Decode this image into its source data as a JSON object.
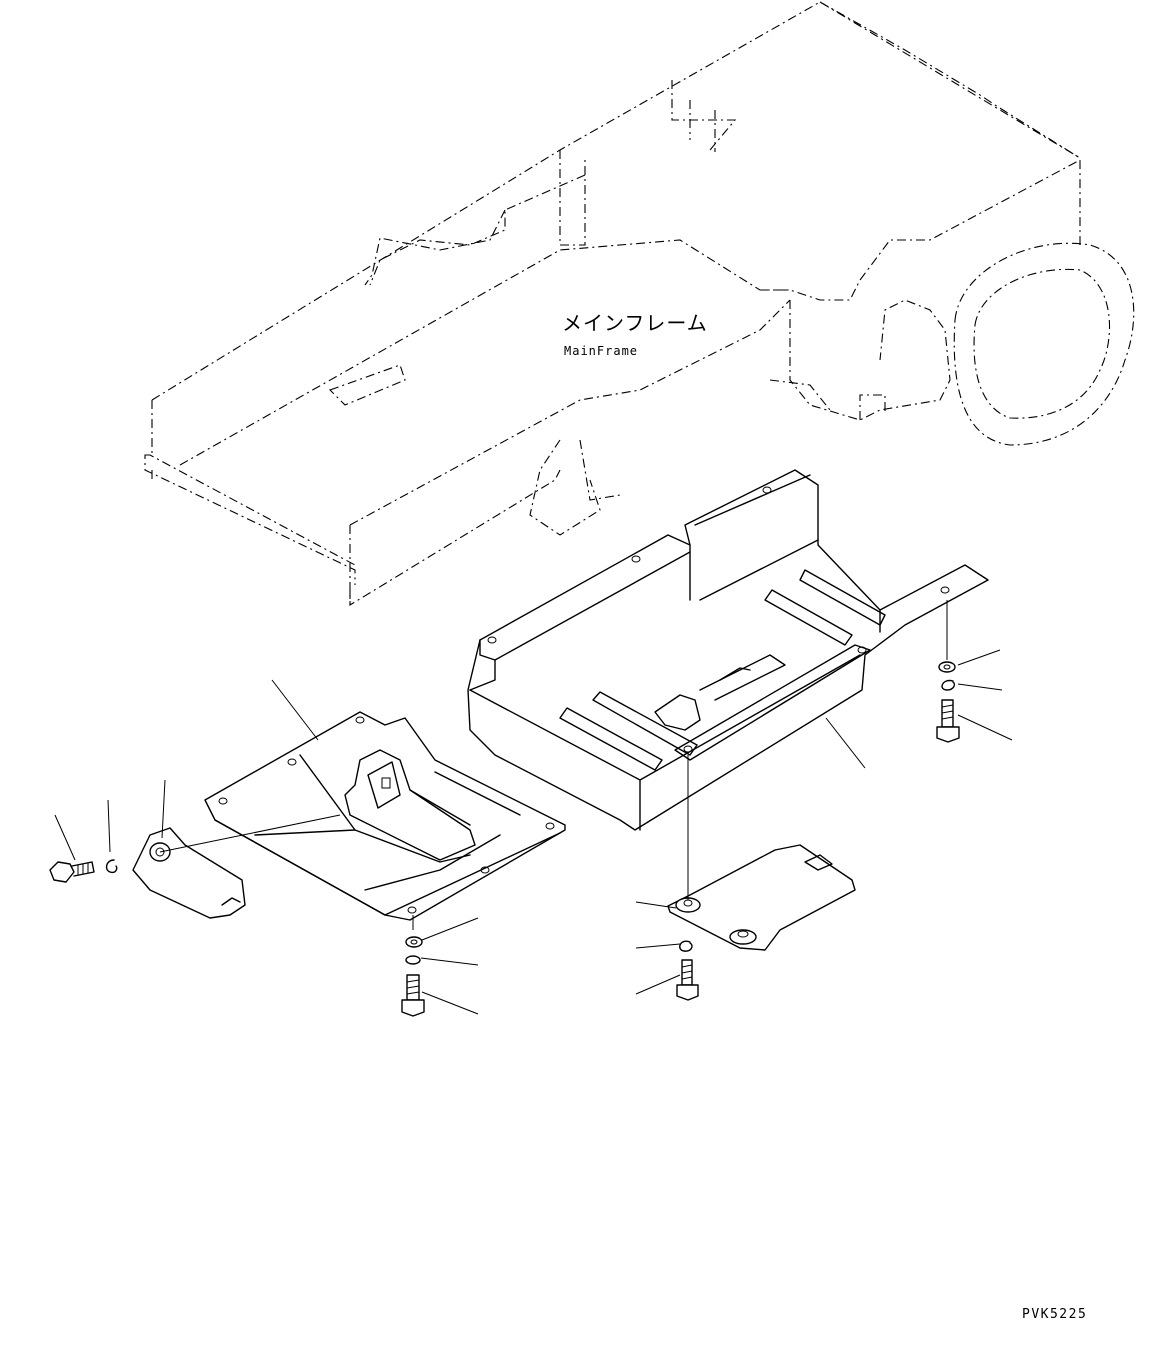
{
  "labels": {
    "main_frame_jp": "メインフレーム",
    "main_frame_en": "MainFrame",
    "drawing_code": "PVK5225"
  }
}
